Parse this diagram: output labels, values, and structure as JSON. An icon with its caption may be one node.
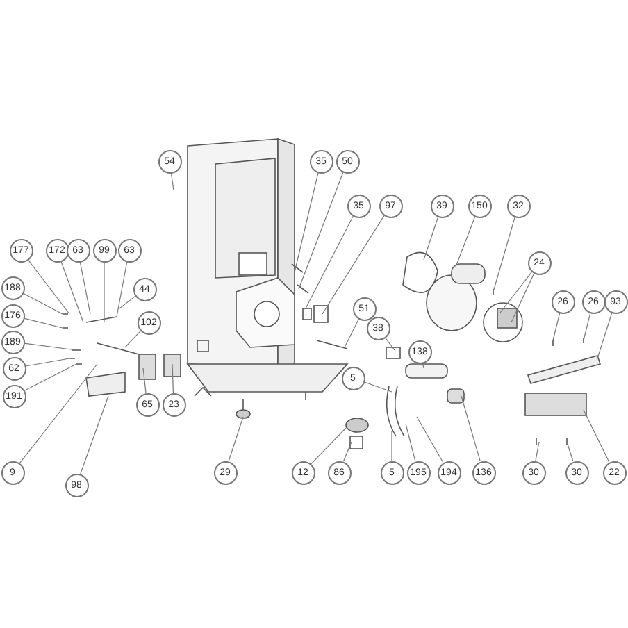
{
  "diagram": {
    "nodes": [
      {
        "text": [
          "54"
        ]
      },
      {
        "text": [
          "35"
        ]
      },
      {
        "text": [
          "50"
        ]
      },
      {
        "text": [
          "35"
        ]
      },
      {
        "text": [
          "97"
        ]
      },
      {
        "text": [
          "39"
        ]
      },
      {
        "text": [
          "150"
        ]
      },
      {
        "text": [
          "32"
        ]
      },
      {
        "text": [
          "177"
        ]
      },
      {
        "text": [
          "172"
        ]
      },
      {
        "text": [
          "63"
        ]
      },
      {
        "text": [
          "99"
        ]
      },
      {
        "text": [
          "63"
        ]
      },
      {
        "text": [
          "188"
        ]
      },
      {
        "text": [
          "44"
        ]
      },
      {
        "text": [
          "176"
        ]
      },
      {
        "text": [
          "102"
        ]
      },
      {
        "text": [
          "189"
        ]
      },
      {
        "text": [
          "62"
        ]
      },
      {
        "text": [
          "191"
        ]
      },
      {
        "text": [
          "65"
        ]
      },
      {
        "text": [
          "23"
        ]
      },
      {
        "text": [
          "24"
        ]
      },
      {
        "text": [
          "51"
        ]
      },
      {
        "text": [
          "38"
        ]
      },
      {
        "text": [
          "138"
        ]
      },
      {
        "text": [
          "26"
        ]
      },
      {
        "text": [
          "26"
        ]
      },
      {
        "text": [
          "93"
        ]
      },
      {
        "text": [
          "5"
        ]
      },
      {
        "text": [
          "12"
        ]
      },
      {
        "text": [
          "86"
        ]
      },
      {
        "text": [
          "5"
        ]
      },
      {
        "text": [
          "195"
        ]
      },
      {
        "text": [
          "194"
        ]
      },
      {
        "text": [
          "136"
        ]
      },
      {
        "text": [
          "29"
        ]
      },
      {
        "text": [
          "9"
        ]
      },
      {
        "text": [
          "98"
        ]
      },
      {
        "text": [
          "30"
        ]
      },
      {
        "text": [
          "30"
        ]
      },
      {
        "text": [
          "22"
        ]
      }
    ],
    "edges": [
      {
        "from": 0,
        "to": null,
        "arrow": "none"
      },
      {
        "from": 1,
        "to": null,
        "arrow": "none"
      },
      {
        "from": 2,
        "to": null,
        "arrow": "none"
      },
      {
        "from": 3,
        "to": null,
        "arrow": "none"
      },
      {
        "from": 4,
        "to": null,
        "arrow": "none"
      },
      {
        "from": 5,
        "to": null,
        "arrow": "none"
      },
      {
        "from": 6,
        "to": null,
        "arrow": "none"
      },
      {
        "from": 7,
        "to": null,
        "arrow": "none"
      },
      {
        "from": 8,
        "to": null,
        "arrow": "none"
      },
      {
        "from": 9,
        "to": null,
        "arrow": "none"
      },
      {
        "from": 10,
        "to": null,
        "arrow": "none"
      },
      {
        "from": 11,
        "to": null,
        "arrow": "none"
      },
      {
        "from": 12,
        "to": null,
        "arrow": "none"
      },
      {
        "from": 13,
        "to": null,
        "arrow": "none"
      },
      {
        "from": 14,
        "to": null,
        "arrow": "none"
      },
      {
        "from": 15,
        "to": null,
        "arrow": "none"
      },
      {
        "from": 16,
        "to": null,
        "arrow": "none"
      },
      {
        "from": 17,
        "to": null,
        "arrow": "none"
      },
      {
        "from": 18,
        "to": null,
        "arrow": "none"
      },
      {
        "from": 19,
        "to": null,
        "arrow": "none"
      },
      {
        "from": 20,
        "to": null,
        "arrow": "none"
      },
      {
        "from": 21,
        "to": null,
        "arrow": "none"
      },
      {
        "from": 22,
        "to": null,
        "arrow": "none"
      },
      {
        "from": 22,
        "to": null,
        "arrow": "none"
      },
      {
        "from": 23,
        "to": null,
        "arrow": "none"
      },
      {
        "from": 24,
        "to": null,
        "arrow": "none"
      },
      {
        "from": 25,
        "to": null,
        "arrow": "none"
      },
      {
        "from": 26,
        "to": null,
        "arrow": "none"
      },
      {
        "from": 27,
        "to": null,
        "arrow": "none"
      },
      {
        "from": 28,
        "to": null,
        "arrow": "none"
      },
      {
        "from": 29,
        "to": null,
        "arrow": "none"
      },
      {
        "from": 30,
        "to": null,
        "arrow": "none"
      },
      {
        "from": 31,
        "to": null,
        "arrow": "none"
      },
      {
        "from": 32,
        "to": null,
        "arrow": "none"
      },
      {
        "from": 33,
        "to": null,
        "arrow": "none"
      },
      {
        "from": 34,
        "to": null,
        "arrow": "none"
      },
      {
        "from": 35,
        "to": null,
        "arrow": "none"
      },
      {
        "from": 36,
        "to": null,
        "arrow": "none"
      },
      {
        "from": 37,
        "to": null,
        "arrow": "none"
      },
      {
        "from": 38,
        "to": null,
        "arrow": "none"
      },
      {
        "from": 39,
        "to": null,
        "arrow": "none"
      },
      {
        "from": 40,
        "to": null,
        "arrow": "none"
      },
      {
        "from": 41,
        "to": null,
        "arrow": "none"
      }
    ]
  }
}
